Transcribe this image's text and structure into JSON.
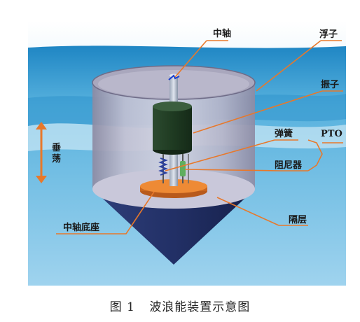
{
  "labels": {
    "center_shaft": "中轴",
    "float": "浮子",
    "oscillator": "振子",
    "spring": "弹簧",
    "pto": "PTO",
    "damper": "阻尼器",
    "heave": "垂荡",
    "shaft_base": "中轴底座",
    "isolation_layer": "隔层"
  },
  "caption": {
    "figure_no": "图 1",
    "title": "波浪能装置示意图"
  },
  "colors": {
    "callout_line": "#e8782a",
    "heave_arrow": "#e8782a",
    "cone": "#1f2f66",
    "oscillator": "#1f3d24",
    "base_plate": "#e8822e"
  }
}
